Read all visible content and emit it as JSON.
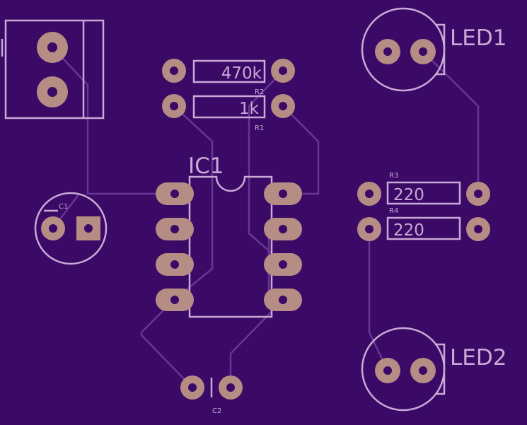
{
  "colors": {
    "board": "#3b0a66",
    "trace": "#6a3596",
    "silkscreen": "#c9a9d6",
    "pad": "#b58d84"
  },
  "components": {
    "ic1": {
      "designator": "IC1"
    },
    "led1": {
      "designator": "LED1"
    },
    "led2": {
      "designator": "LED2"
    },
    "r1": {
      "designator": "R1",
      "value": "1k"
    },
    "r2": {
      "designator": "R2",
      "value": "470k"
    },
    "r3": {
      "designator": "R3",
      "value": "220"
    },
    "r4": {
      "designator": "R4",
      "value": "220"
    },
    "c1": {
      "designator": "C1"
    },
    "c2": {
      "designator": "C2"
    }
  }
}
